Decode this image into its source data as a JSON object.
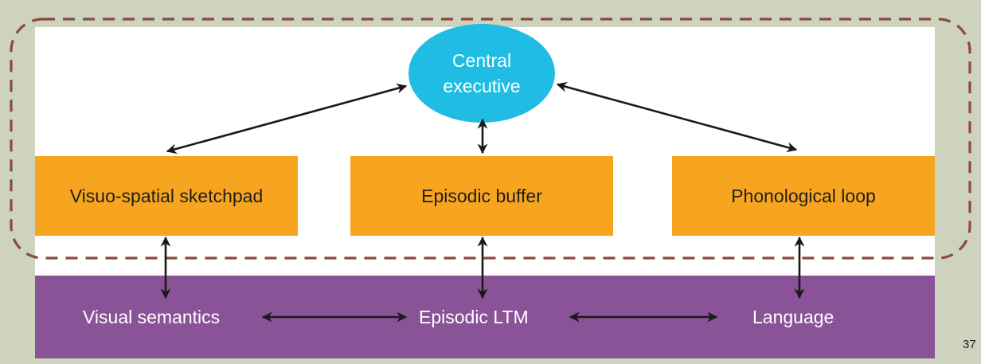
{
  "colors": {
    "background": "#cdd3bd",
    "panel": "#ffffff",
    "component_box": "#f7a51f",
    "central_executive": "#1fbde3",
    "long_term_memory_band": "#8a5297",
    "boundary_dash": "#8b4a3c",
    "arrow": "#1a1a1a"
  },
  "central_executive": {
    "line1": "Central",
    "line2": "executive"
  },
  "components": {
    "visuo_spatial": "Visuo-spatial sketchpad",
    "episodic_buffer": "Episodic buffer",
    "phonological_loop": "Phonological loop"
  },
  "long_term_memory": {
    "visual_semantics": "Visual semantics",
    "episodic_ltm": "Episodic LTM",
    "language": "Language"
  },
  "page_number": "37"
}
